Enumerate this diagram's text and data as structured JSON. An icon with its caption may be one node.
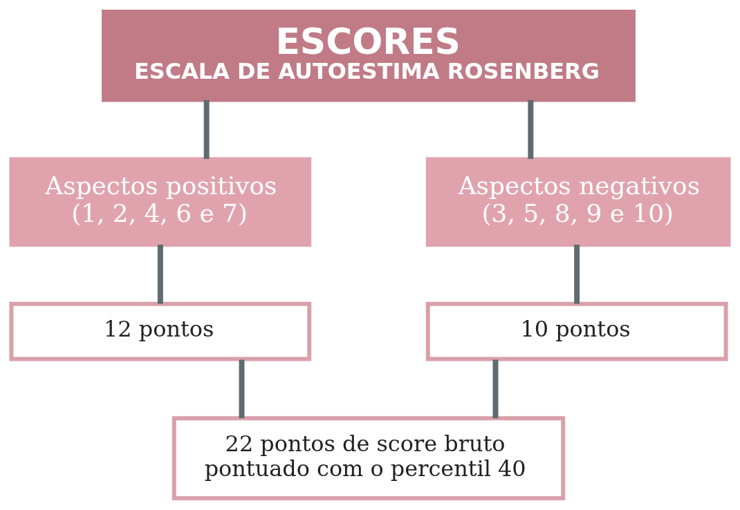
{
  "diagram": {
    "nodes": [
      {
        "text": [
          "ESCORES",
          "ESCALA DE AUTOESTIMA ROSENBERG"
        ]
      },
      {
        "text": [
          "Aspectos positivos",
          "(1, 2, 4, 6 e 7)"
        ]
      },
      {
        "text": [
          "Aspectos negativos",
          "(3, 5, 8, 9 e 10)"
        ]
      },
      {
        "text": [
          "12 pontos"
        ]
      },
      {
        "text": [
          "10 pontos"
        ]
      },
      {
        "text": [
          "22 pontos de score bruto pontuado com o percentil 40"
        ]
      }
    ],
    "edges": [
      {
        "from": 0,
        "to": 1,
        "arrow": "none"
      },
      {
        "from": 0,
        "to": 2,
        "arrow": "none"
      },
      {
        "from": 1,
        "to": 3,
        "arrow": "none"
      },
      {
        "from": 2,
        "to": 4,
        "arrow": "none"
      },
      {
        "from": 3,
        "to": 5,
        "arrow": "none"
      },
      {
        "from": 4,
        "to": 5,
        "arrow": "none"
      }
    ]
  }
}
